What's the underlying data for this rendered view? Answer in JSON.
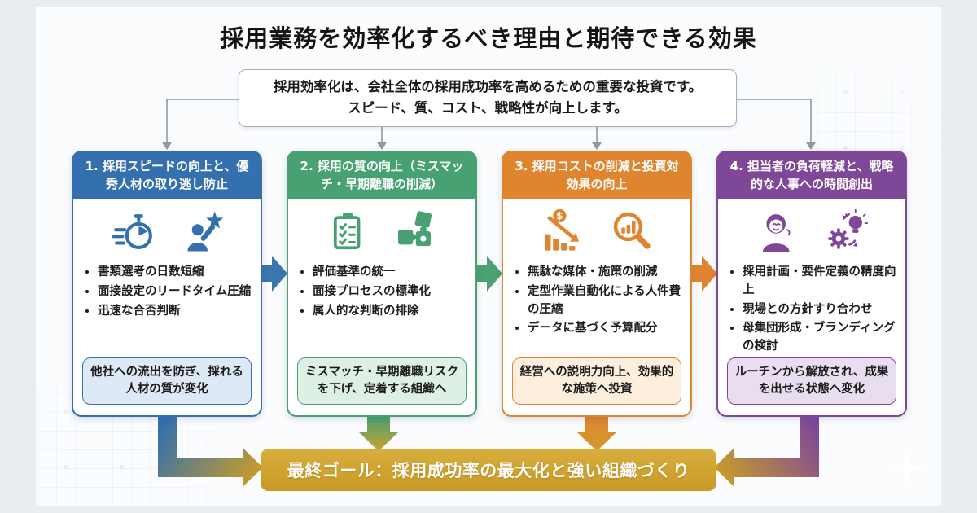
{
  "title": "採用業務を効率化するべき理由と期待できる効果",
  "intro": {
    "line1": "採用効率化は、会社全体の採用成功率を高めるための重要な投資です。",
    "line2": "スピード、質、コスト、戦略性が向上します。"
  },
  "columns": [
    {
      "header": "1. 採用スピードの向上と、優秀人材の取り逃し防止",
      "accent": "#3470ad",
      "tint": "#ddeaf6",
      "icons": [
        "speed-stopwatch-icon",
        "person-reaching-star-icon"
      ],
      "bullets": [
        "書類選考の日数短縮",
        "面接設定のリードタイム圧縮",
        "迅速な合否判断"
      ],
      "outcome": "他社への流出を防ぎ、採れる人材の質が変化"
    },
    {
      "header": "2. 採用の質の向上（ミスマッチ・早期離職の削減）",
      "accent": "#48a172",
      "tint": "#def0e3",
      "icons": [
        "checklist-clipboard-icon",
        "puzzle-pieces-icon"
      ],
      "bullets": [
        "評価基準の統一",
        "面接プロセスの標準化",
        "属人的な判断の排除"
      ],
      "outcome": "ミスマッチ・早期離職リスクを下げ、定着する組織へ"
    },
    {
      "header": "3. 採用コストの削減と投資対効果の向上",
      "accent": "#e0852f",
      "tint": "#fdeedd",
      "icons": [
        "cost-down-chart-icon",
        "magnifier-analytics-icon"
      ],
      "bullets": [
        "無駄な媒体・施策の削減",
        "定型作業自動化による人件費の圧縮",
        "データに基づく予算配分"
      ],
      "outcome": "経営への説明力向上、効果的な施策へ投資"
    },
    {
      "header": "4. 担当者の負荷軽減と、戦略的な人事への時間創出",
      "accent": "#7f4798",
      "tint": "#e9def0",
      "icons": [
        "relieved-person-icon",
        "gear-lightbulb-icon"
      ],
      "bullets": [
        "採用計画・要件定義の精度向上",
        "現場との方針すり合わせ",
        "母集団形成・ブランディングの検討"
      ],
      "outcome": "ルーチンから解放され、成果を出せる状態へ変化"
    }
  ],
  "goal": "最終ゴール：採用成功率の最大化と強い組織づくり",
  "colors": {
    "goal_bar": "#cda12e",
    "connector_gray": "#8f99a4",
    "background": "#fafcfe"
  }
}
